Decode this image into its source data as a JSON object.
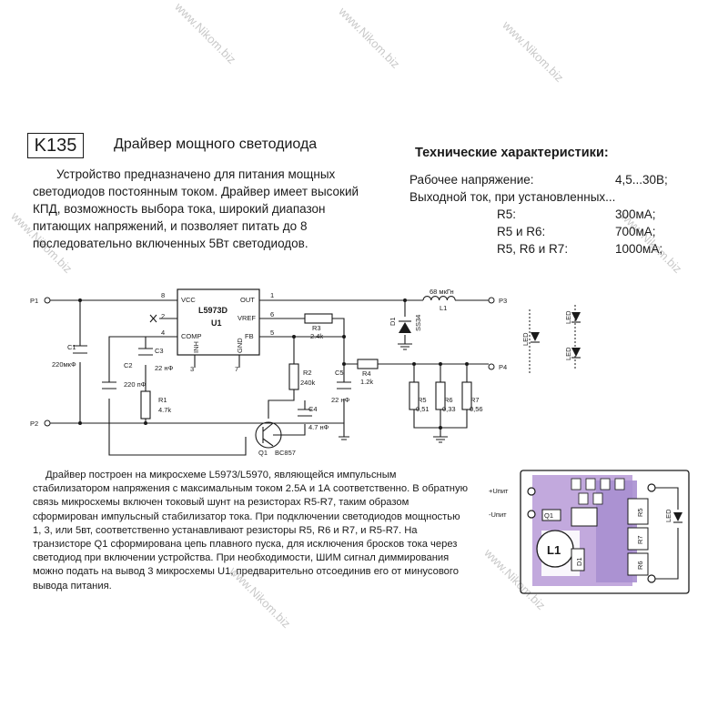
{
  "header": {
    "code": "K135",
    "title": "Драйвер мощного светодиода"
  },
  "intro": "Устройство предназначено для питания мощных светодиодов постоянным током. Драйвер имеет высокий КПД, возможность выбора тока, широкий диапазон питающих напряжений, и позволяет питать до 8 последовательно включенных 5Вт светодиодов.",
  "specs": {
    "title": "Технические характеристики:",
    "rows": [
      {
        "label": "Рабочее напряжение:",
        "value": "4,5...30В;"
      },
      {
        "label": "Выходной ток, при установленных...",
        "value": ""
      },
      {
        "label": "R5:",
        "value": "300мА;"
      },
      {
        "label": "R5 и R6:",
        "value": "700мА;"
      },
      {
        "label": "R5, R6 и R7:",
        "value": "1000мА;"
      }
    ]
  },
  "schematic": {
    "ic": {
      "name": "L5973D",
      "ref": "U1",
      "vcc": "VCC",
      "out": "OUT",
      "comp": "COMP",
      "vref": "VREF",
      "fb": "FB",
      "inh": "INH",
      "gnd": "GND"
    },
    "pins": [
      "8",
      "2",
      "4",
      "3",
      "1",
      "6",
      "5",
      "7"
    ],
    "terminals": [
      "P1",
      "P2",
      "P3",
      "P4"
    ],
    "c1": {
      "ref": "C1",
      "val": "220мкФ"
    },
    "c2": {
      "ref": "C2",
      "val": "220 пФ"
    },
    "c3": {
      "ref": "C3",
      "val": "22 нФ"
    },
    "c4": {
      "ref": "C4",
      "val": "4.7 нФ"
    },
    "c5": {
      "ref": "C5",
      "val": "22 нФ"
    },
    "r1": {
      "ref": "R1",
      "val": "4.7k"
    },
    "r2": {
      "ref": "R2",
      "val": "240k"
    },
    "r3": {
      "ref": "R3",
      "val": "2.4k"
    },
    "r4": {
      "ref": "R4",
      "val": "1.2k"
    },
    "r5": {
      "ref": "R5",
      "val": "0,51"
    },
    "r6": {
      "ref": "R6",
      "val": "0,33"
    },
    "r7": {
      "ref": "R7",
      "val": "0,56"
    },
    "l1": {
      "ref": "L1",
      "val": "68 мкГн"
    },
    "d1": {
      "ref": "D1",
      "val": "SS34"
    },
    "q1": {
      "ref": "Q1",
      "val": "BC857"
    },
    "led": "LED"
  },
  "body": "Драйвер построен на микросхеме L5973/L5970, являющейся импульсным стабилизатором напряжения с максимальным током 2.5А и 1А соответственно. В обратную связь микросхемы включен токовый шунт на резисторах R5-R7, таким образом сформирован импульсный стабилизатор тока. При подключении светодиодов мощностью 1, 3, или 5вт, соответственно устанавливают резисторы R5, R6 и R7, и R5-R7. На транзисторе Q1 сформирована цепь плавного пуска, для исключения бросков тока через светодиод при включении устройства. При необходимости, ШИМ сигнал диммирования можно подать на вывод 3 микросхемы U1, предварительно отсоединив его от минусового вывода питания.",
  "pcb": {
    "vplus": "+Uпит",
    "vminus": "-Uпит",
    "l1": "L1",
    "d1": "D1",
    "q1": "Q1",
    "r5": "R5",
    "r7": "R7",
    "r6": "R6",
    "led": "LED"
  },
  "watermark": "www.Nikom.biz"
}
